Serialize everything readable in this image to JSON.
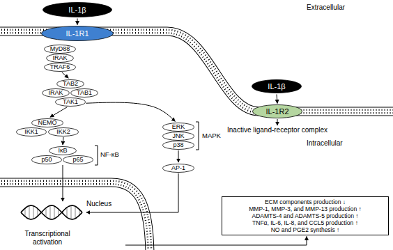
{
  "diagram": {
    "nodes": [
      {
        "text": [
          "IL-1β"
        ]
      },
      {
        "text": [
          "IL-1R1"
        ]
      },
      {
        "text": [
          "MyD88"
        ]
      },
      {
        "text": [
          "IRAK"
        ]
      },
      {
        "text": [
          "TRAF6"
        ]
      },
      {
        "text": [
          "TAB2"
        ]
      },
      {
        "text": [
          "IRAK"
        ]
      },
      {
        "text": [
          "TAB1"
        ]
      },
      {
        "text": [
          "TAK1"
        ]
      },
      {
        "text": [
          "NEMO"
        ]
      },
      {
        "text": [
          "IKK1"
        ]
      },
      {
        "text": [
          "IKK2"
        ]
      },
      {
        "text": [
          "IκB"
        ]
      },
      {
        "text": [
          "p50"
        ]
      },
      {
        "text": [
          "p65"
        ]
      },
      {
        "text": [
          "IL-1β"
        ]
      },
      {
        "text": [
          "IL-1R2"
        ]
      },
      {
        "text": [
          "ERK"
        ]
      },
      {
        "text": [
          "JNK"
        ]
      },
      {
        "text": [
          "p38"
        ]
      },
      {
        "text": [
          "AP-1"
        ]
      },
      {
        "text": [
          "ECM components production ↓",
          "MMP-1, MMP-3, and MMP-13 production ↑",
          "ADAMTS-4 and ADAMTS-5 production ↑",
          "TNFα, IL-6, IL-8, and CCL5 production ↑",
          "NO and PGE2 synthesis ↑"
        ]
      }
    ],
    "edges": [
      {
        "from": 0,
        "to": 1,
        "arrow": "to"
      },
      {
        "from": 4,
        "to": 5,
        "arrow": "to"
      },
      {
        "from": 8,
        "to": 9,
        "arrow": "to"
      },
      {
        "from": 8,
        "to": 17,
        "arrow": "to"
      },
      {
        "from": 11,
        "to": 12,
        "arrow": "to"
      },
      {
        "from": 15,
        "to": 16,
        "arrow": "to"
      },
      {
        "from": 19,
        "to": 20,
        "arrow": "to"
      }
    ],
    "labels": [
      "Extracellular",
      "Inactive ligand-receptor complex",
      "Intracellular",
      "NF-κB",
      "MAPK",
      "Nucleus",
      "Transcriptional activation"
    ]
  }
}
